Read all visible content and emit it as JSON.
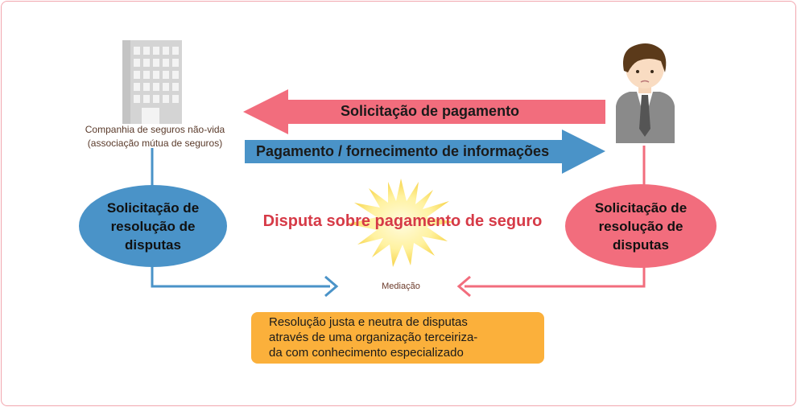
{
  "insurer": {
    "name_line1": "Companhia de seguros não-vida",
    "name_line2": "(associação mútua de seguros)"
  },
  "arrows": {
    "request": "Solicitação de pagamento",
    "payment": "Pagamento / fornecimento de informações"
  },
  "left_request": {
    "line1": "Solicitação de",
    "line2": "resolução de",
    "line3": "disputas"
  },
  "right_request": {
    "line1": "Solicitação de",
    "line2": "resolução de",
    "line3": "disputas"
  },
  "dispute": "Disputa sobre pagamento de seguro",
  "mediation": "Mediação",
  "resolution": {
    "line1": "Resolução justa e neutra de disputas",
    "line2": "através de uma organização terceiriza-",
    "line3": "da com conhecimento especializado"
  },
  "colors": {
    "pink": "#f26d7d",
    "blue": "#4a93c8",
    "orange": "#fbb03b",
    "dispute_red": "#d63a47"
  },
  "icons": [
    "building-icon",
    "person-icon",
    "burst-icon"
  ]
}
